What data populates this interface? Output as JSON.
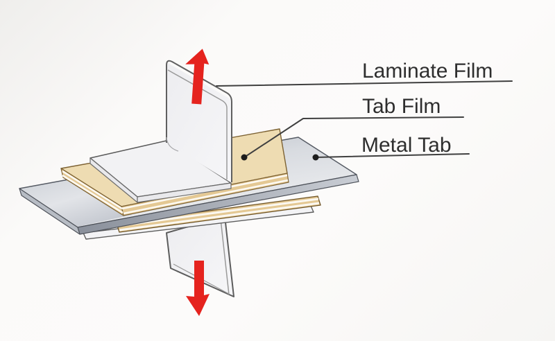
{
  "title": "Tab sealing structure diagram",
  "labels": {
    "laminate_film": "Laminate Film",
    "tab_film": "Tab Film",
    "metal_tab": "Metal Tab"
  },
  "icons": {
    "top_arrow": "peel-up-arrow",
    "bottom_arrow": "peel-down-arrow"
  },
  "colors": {
    "label_text": "#2e2e2e",
    "leader_line": "#3f3f3f",
    "leader_dot": "#1c1c1c",
    "arrow_red": "#e5231e",
    "tab_film_tan": "#eedcb2",
    "tab_film_tan_edge": "#e4c893",
    "laminate_white": "#f2f2f4",
    "laminate_edge": "#e9e9ec",
    "sheet_white": "#f0f0f3",
    "outline": "#4a4a4a",
    "background": "#fbfaf9"
  }
}
